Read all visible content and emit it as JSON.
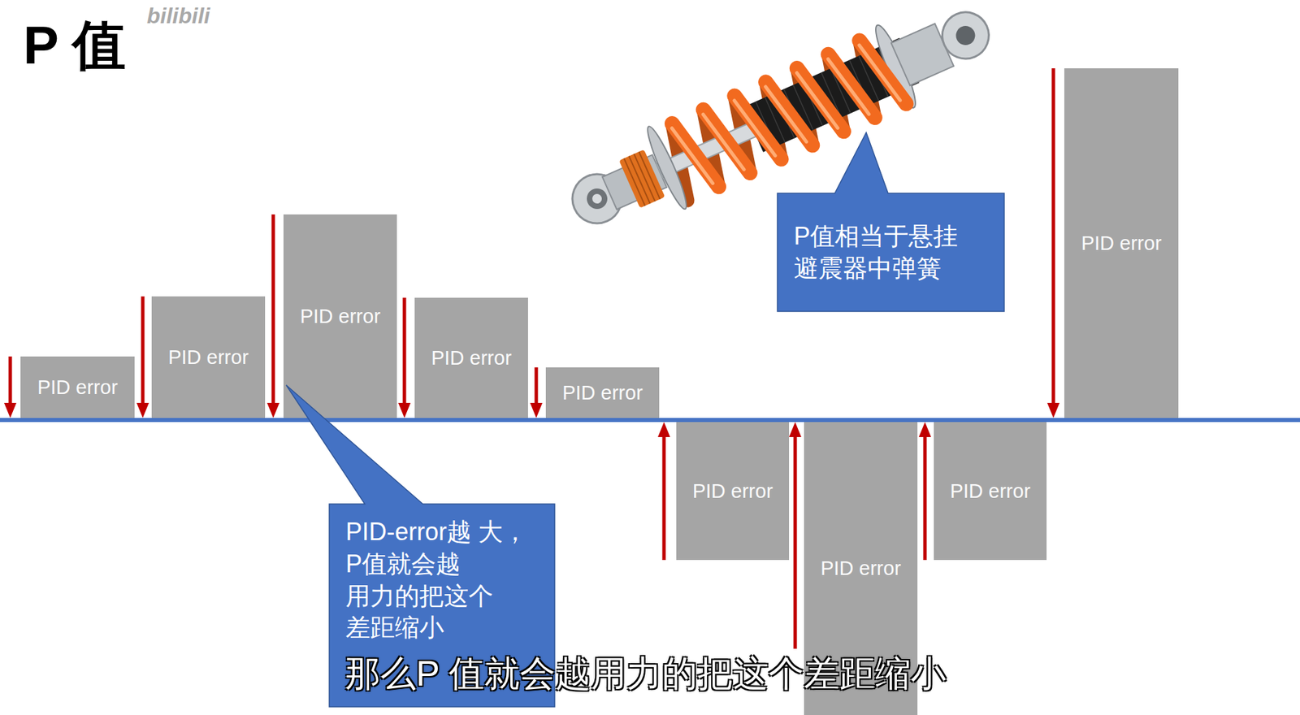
{
  "diagram": {
    "title": "P 值",
    "nodes": [
      {
        "text": [
          "PID error"
        ]
      },
      {
        "text": [
          "PID error"
        ]
      },
      {
        "text": [
          "PID error"
        ]
      },
      {
        "text": [
          "PID error"
        ]
      },
      {
        "text": [
          "PID error"
        ]
      },
      {
        "text": [
          "PID error"
        ]
      },
      {
        "text": [
          "PID error"
        ]
      },
      {
        "text": [
          "PID error"
        ]
      },
      {
        "text": [
          "PID error"
        ]
      },
      {
        "text": [
          "P值相当于悬挂 避震器中弹簧"
        ]
      },
      {
        "text": [
          "PID-error越 大，P值就会越 用力的把这个 差距缩小"
        ]
      }
    ],
    "labels": [
      "bilibili",
      "那么P 值就会越用力的把这个差距缩小"
    ]
  }
}
